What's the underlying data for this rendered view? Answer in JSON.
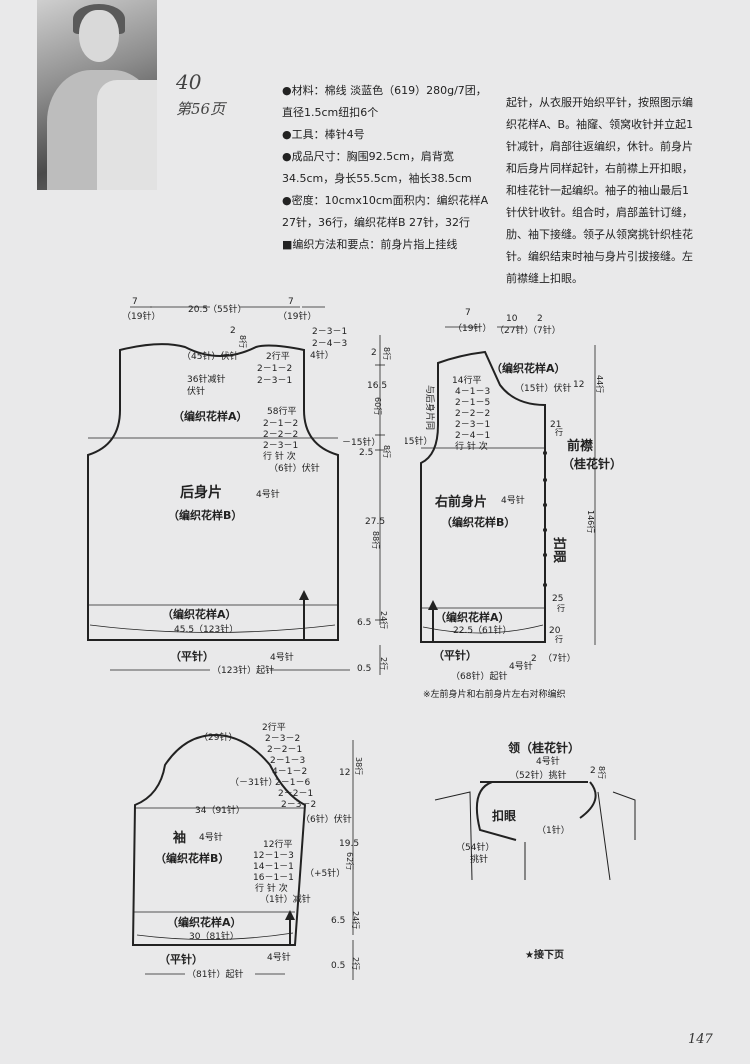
{
  "pattern_number": "40",
  "page_ref": "第56页",
  "materials": [
    "●材料：棉线  淡蓝色（619）280g/7团，直径1.5cm纽扣6个",
    "●工具：棒针4号",
    "●成品尺寸：胸围92.5cm，肩背宽34.5cm，身长55.5cm，袖长38.5cm",
    "●密度：10cmx10cm面积内：编织花样A 27针，36行，编织花样B 27针，32行",
    "■编织方法和要点：前身片指上挂线"
  ],
  "instructions": "起针，从衣服开始织平针，按照图示编织花样A、B。袖窿、领窝收针并立起1针减针，肩部往返编织，休针。前身片和后身片同样起针，右前襟上开扣眼，和桂花针一起编织。袖子的袖山最后1针伏针收针。组合时，肩部盖针订缝，肋、袖下接缝。领子从领窝挑针织桂花针。编织结束时袖与身片引拔接缝。左前襟缝上扣眼。",
  "back": {
    "title": "后身片",
    "needle": "4号针",
    "pattern_b": "（编织花样B）",
    "pattern_a_top": "（编织花样A）",
    "pattern_a_bottom": "（编织花样A）",
    "bottom_width": "45.5（123针）",
    "plain": "（平针）",
    "needle2": "4号针",
    "cast_on": "（123针）起针",
    "top_left": "7",
    "top_left_st": "（19针）",
    "top_mid": "20.5（55针）",
    "top_right": "7",
    "top_right_st": "（19针）",
    "neck_depth": "2",
    "neck_depth_rows": "8行",
    "neck_bind": "（45针）伏针",
    "neck_dec": "36针减针",
    "neck_bind2": "伏针",
    "neck_rows": [
      "2行平",
      "2－1－2",
      "2－3－1"
    ],
    "shoulder_rows": [
      "2－3－1",
      "2－4－3",
      "4针）"
    ],
    "arm_rows": [
      "58行平",
      "2－1－2",
      "2－2－2",
      "2－3－1",
      "行 针 次"
    ],
    "arm_bind": "（6针）伏针",
    "arm_count": "－15针）"
  },
  "vmeasures": {
    "v1": "2",
    "v1r": "8行",
    "v2": "16.5",
    "v2r": "60行",
    "v3": "2.5",
    "v3r": "8行",
    "v4": "27.5",
    "v4r": "88行",
    "v5": "6.5",
    "v5r": "24行",
    "v6": "0.5",
    "v6r": "2行"
  },
  "front": {
    "title": "右前身片",
    "needle": "4号针",
    "pattern_b": "（编织花样B）",
    "pattern_a": "（编织花样A）",
    "pattern_a_bottom": "（编织花样A）",
    "bottom_width": "22.5（61针）",
    "plain": "（平针）",
    "cast_on": "（68针）起针",
    "needle2": "4号针",
    "top_left": "7",
    "top_left_st": "（19针）",
    "top_mid": "10",
    "top_mid_st": "（27针）",
    "top_right": "2",
    "top_right_st": "（7针）",
    "side_label": "与后身片同",
    "rows": [
      "14行平",
      "4－1－3",
      "2－1－5",
      "2－2－2",
      "2－3－1",
      "2－4－1",
      "行 针 次"
    ],
    "bind": "（15针）伏针",
    "arm_count": "（－15针）",
    "band_top": "21",
    "band_top_r": "行",
    "band_label": "前襟",
    "band_sub": "（桂花针）",
    "hole_label": "扣眼",
    "r25": "25",
    "r25r": "行",
    "r20": "20",
    "r20r": "行",
    "st7": "（7针）",
    "st2": "2",
    "right_12": "12",
    "right_44": "44行",
    "right_146": "146行",
    "needle3": "4号针",
    "note": "※左前身片和右前身片左右对称编织"
  },
  "sleeve": {
    "title": "袖",
    "needle": "4号针",
    "pattern_b": "（编织花样B）",
    "pattern_a": "（编织花样A）",
    "plain": "（平针）",
    "top_st": "（29针）",
    "top_rows": [
      "2行平",
      "2－3－2",
      "2－2－1",
      "2－1－3",
      "4－1－2",
      "2－1－6",
      "2－2－1",
      "2－3－2"
    ],
    "dec": "（－31针）",
    "arm_bind": "（6针）伏针",
    "width": "34（91针）",
    "inc_rows": [
      "12行平",
      "12－1－3",
      "14－1－1",
      "16－1－1",
      "行 针 次"
    ],
    "inc_1": "（1针）减针",
    "inc": "（+5针）",
    "bottom_width": "30（81针）",
    "cast_on": "（81针）起针",
    "needle2": "4号针",
    "v12": "12",
    "v38": "38行",
    "v195": "19.5",
    "v62": "62行",
    "v65": "6.5",
    "v24": "24行",
    "v05": "0.5",
    "v2": "2行"
  },
  "collar": {
    "title": "领（桂花针）",
    "needle": "4号针",
    "pick": "（52针）挑针",
    "dim": "2",
    "dim_r": "8行",
    "hole": "扣眼",
    "one": "（1针）",
    "pick2": "（54针）",
    "pick2b": "挑针"
  },
  "continue_label": "★接下页",
  "page_number": "147"
}
